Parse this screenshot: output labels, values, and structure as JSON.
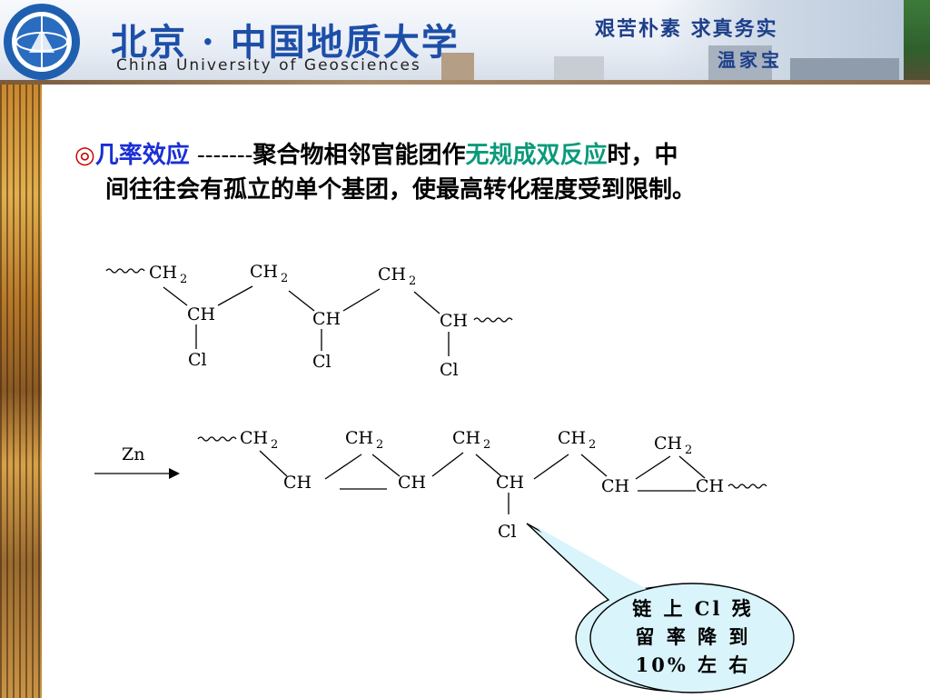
{
  "header": {
    "title_cn": "北京 · 中国地质大学",
    "title_en": "China University of Geosciences",
    "motto_line1": "艰苦朴素 求真务实",
    "motto_line2": "温家宝"
  },
  "content": {
    "bullet": "◎",
    "term": "几率效应",
    "dashes": " -------",
    "text_a": "聚合物相邻官能团作",
    "highlight": "无规成双反应",
    "text_b": "时，中",
    "line2": "间往往会有孤立的单个基团，使最高转化程度受到限制。"
  },
  "diagram": {
    "ch2": "CH",
    "ch": "CH",
    "cl": "Cl",
    "sub2": "2",
    "reagent": "Zn",
    "wavy": "~~~~"
  },
  "callout": {
    "line1": "链 上 Cl 残",
    "line2": "留 率 降 到",
    "line3": "10% 左 右"
  },
  "colors": {
    "term": "#1a2fd6",
    "highlight": "#0a9a7a",
    "bullet": "#cc0000",
    "callout_fill": "#d9f4fb",
    "banner_title": "#1d4fa8"
  }
}
